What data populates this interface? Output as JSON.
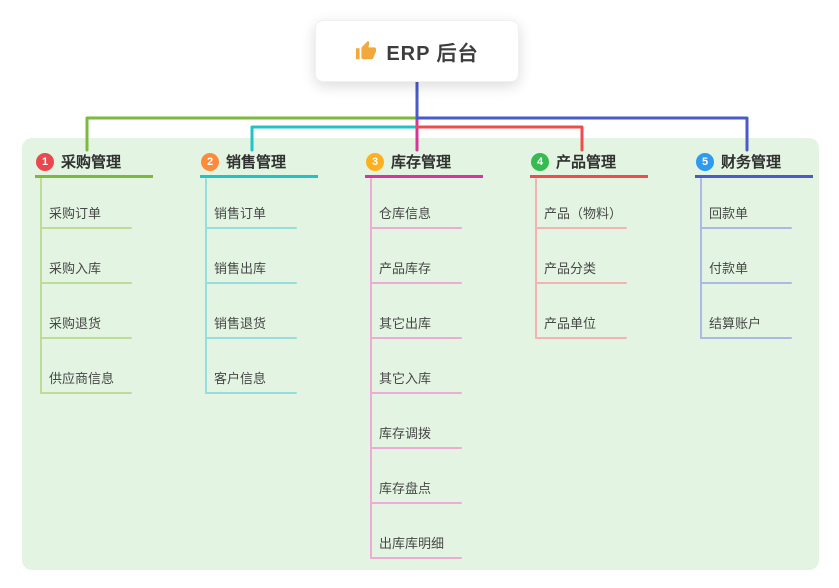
{
  "root": {
    "label": "ERP 后台",
    "icon": "thumbs-up"
  },
  "colors": {
    "trunk": "#4a5ac9",
    "panel_bg": "#e3f5e2"
  },
  "branches": [
    {
      "num": "1",
      "label": "采购管理",
      "color": "#7cb93e",
      "badge_color": "#e8484e",
      "light": "#bcdc97",
      "children": [
        "采购订单",
        "采购入库",
        "采购退货",
        "供应商信息"
      ]
    },
    {
      "num": "2",
      "label": "销售管理",
      "color": "#23c3c4",
      "badge_color": "#ff8a3c",
      "light": "#96dedd",
      "children": [
        "销售订单",
        "销售出库",
        "销售退货",
        "客户信息"
      ]
    },
    {
      "num": "3",
      "label": "库存管理",
      "color": "#d6359c",
      "badge_color": "#ffb01f",
      "light": "#edabd5",
      "children": [
        "仓库信息",
        "产品库存",
        "其它出库",
        "其它入库",
        "库存调拨",
        "库存盘点",
        "出库库明细"
      ]
    },
    {
      "num": "4",
      "label": "产品管理",
      "color": "#ef4d4d",
      "badge_color": "#35bb4f",
      "light": "#f4b3b0",
      "children": [
        "产品（物料）",
        "产品分类",
        "产品单位"
      ]
    },
    {
      "num": "5",
      "label": "财务管理",
      "color": "#4a5ac9",
      "badge_color": "#2e9bf0",
      "light": "#abb8e8",
      "children": [
        "回款单",
        "付款单",
        "结算账户"
      ]
    }
  ]
}
